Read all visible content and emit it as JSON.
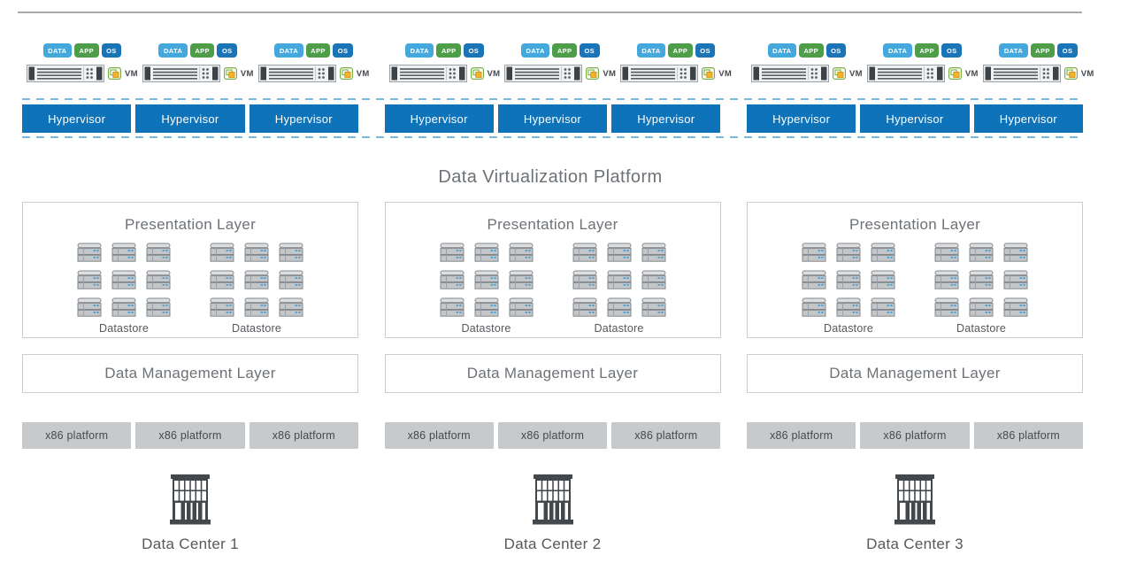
{
  "diagram": {
    "title": "Data Virtualization Platform",
    "colors": {
      "hypervisor_blue": "#0f73ba",
      "dashed_border_blue": "#74b9e2",
      "chip_data_blue": "#44a8dc",
      "chip_app_green": "#4e9d49",
      "chip_os_blue": "#1a74b8",
      "box_border_gray": "#cbced1",
      "x86_gray": "#c7cacc",
      "heading_gray": "#6d7277",
      "label_gray": "#55585c"
    }
  },
  "virtual_machines": {
    "chips": [
      {
        "label": "DATA",
        "color": "#44a8dc"
      },
      {
        "label": "APP",
        "color": "#4e9d49"
      },
      {
        "label": "OS",
        "color": "#1a74b8"
      }
    ],
    "vm_label": "VM",
    "groups_per_column": 3,
    "icons": [
      "server-icon",
      "vm-badge-icon"
    ]
  },
  "columns": [
    {
      "hypervisors": [
        "Hypervisor",
        "Hypervisor",
        "Hypervisor"
      ],
      "presentation": {
        "title": "Presentation Layer",
        "datastore_groups": [
          {
            "label": "Datastore",
            "rows": 3,
            "cols": 3,
            "icon": "datastore-icon"
          },
          {
            "label": "Datastore",
            "rows": 3,
            "cols": 3,
            "icon": "datastore-icon"
          }
        ]
      },
      "management_title": "Data Management Layer",
      "platforms": [
        "x86 platform",
        "x86 platform",
        "x86 platform"
      ],
      "datacenter": {
        "label": "Data Center 1",
        "icon": "building-icon"
      }
    },
    {
      "hypervisors": [
        "Hypervisor",
        "Hypervisor",
        "Hypervisor"
      ],
      "presentation": {
        "title": "Presentation Layer",
        "datastore_groups": [
          {
            "label": "Datastore",
            "rows": 3,
            "cols": 3,
            "icon": "datastore-icon"
          },
          {
            "label": "Datastore",
            "rows": 3,
            "cols": 3,
            "icon": "datastore-icon"
          }
        ]
      },
      "management_title": "Data Management Layer",
      "platforms": [
        "x86 platform",
        "x86 platform",
        "x86 platform"
      ],
      "datacenter": {
        "label": "Data Center 2",
        "icon": "building-icon"
      }
    },
    {
      "hypervisors": [
        "Hypervisor",
        "Hypervisor",
        "Hypervisor"
      ],
      "presentation": {
        "title": "Presentation Layer",
        "datastore_groups": [
          {
            "label": "Datastore",
            "rows": 3,
            "cols": 3,
            "icon": "datastore-icon"
          },
          {
            "label": "Datastore",
            "rows": 3,
            "cols": 3,
            "icon": "datastore-icon"
          }
        ]
      },
      "management_title": "Data Management Layer",
      "platforms": [
        "x86 platform",
        "x86 platform",
        "x86 platform"
      ],
      "datacenter": {
        "label": "Data Center 3",
        "icon": "building-icon"
      }
    }
  ]
}
